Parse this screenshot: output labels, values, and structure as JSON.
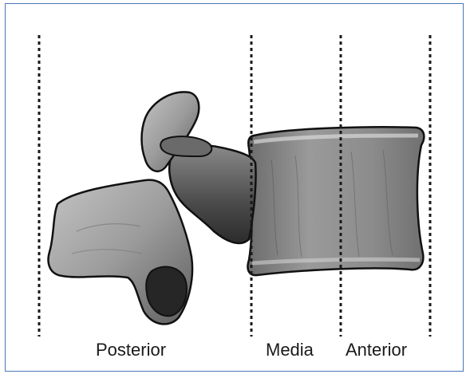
{
  "figure": {
    "columns": [
      {
        "key": "posterior",
        "label": "Posterior"
      },
      {
        "key": "media",
        "label": "Media"
      },
      {
        "key": "anterior",
        "label": "Anterior"
      }
    ],
    "colors": {
      "frame_border": "#4a76b8",
      "divider": "#1a1a1a",
      "bone_light": "#b8b8b8",
      "bone_mid": "#8a8a8a",
      "bone_dark": "#3a3a3a",
      "bone_outline": "#111111"
    },
    "illustration": "lumbar-vertebra-lateral-view"
  }
}
